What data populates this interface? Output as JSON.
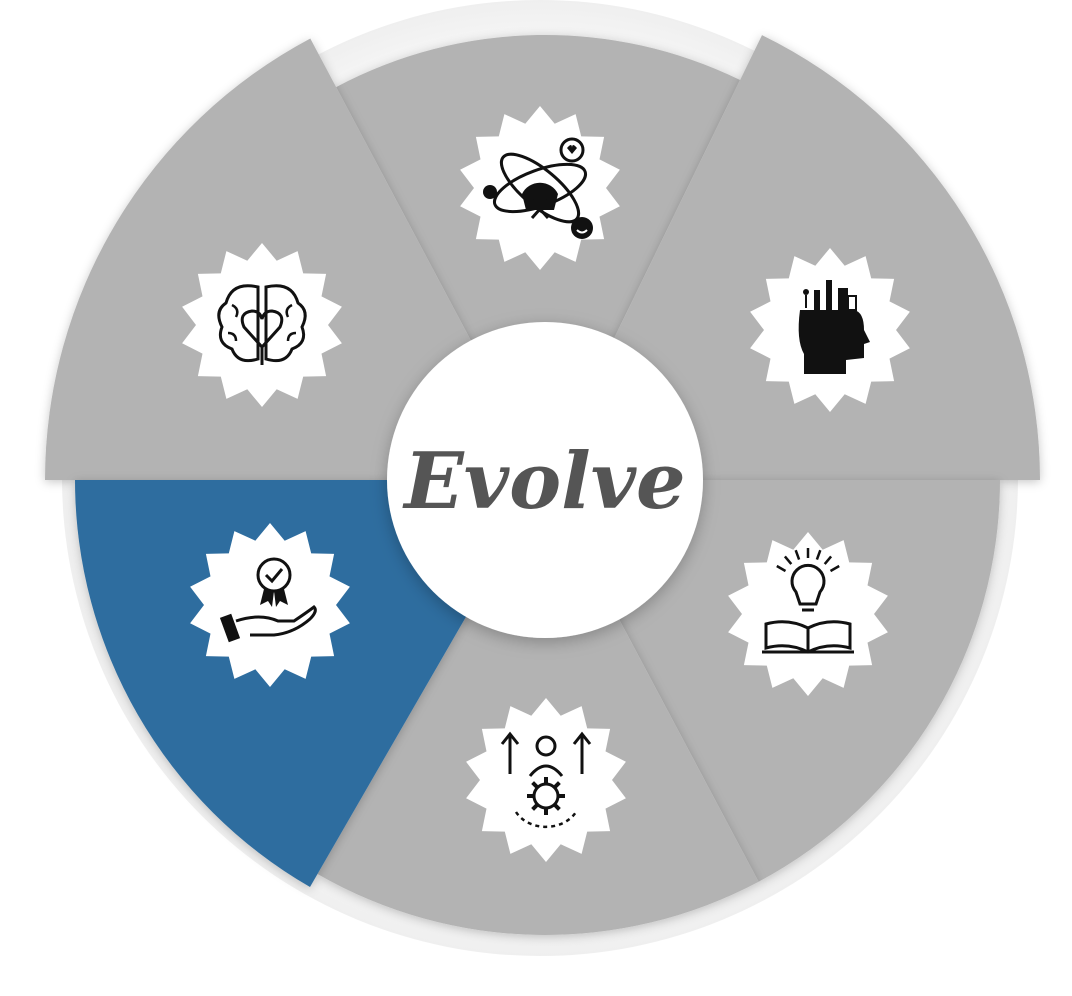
{
  "logo": {
    "text": "Evolve",
    "color": "#555555"
  },
  "colors": {
    "segment_gray": "#b3b3b3",
    "segment_highlight": "#2e6d9f",
    "badge_fill": "#ffffff",
    "icon_stroke": "#111111",
    "halo": "#f4f4f4"
  },
  "segments": [
    {
      "id": "social",
      "icon": "social-atom-icon",
      "selected": false
    },
    {
      "id": "creativity",
      "icon": "creative-head-icon",
      "selected": false
    },
    {
      "id": "knowledge",
      "icon": "lightbulb-book-icon",
      "selected": false
    },
    {
      "id": "growth",
      "icon": "person-gear-growth-icon",
      "selected": false
    },
    {
      "id": "achievement",
      "icon": "hand-award-icon",
      "selected": true
    },
    {
      "id": "emotional",
      "icon": "brain-heart-icon",
      "selected": false
    }
  ]
}
